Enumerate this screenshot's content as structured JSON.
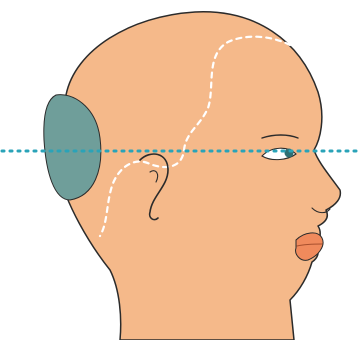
{
  "figure": {
    "subject": "head-profile",
    "facing": "right",
    "marked_region": "occipital-patch",
    "reference_line": "horizontal-dotted-eye-level",
    "colors": {
      "background": "#ffffff",
      "skin": "#f5b98a",
      "outline": "#2b2b2b",
      "marked_region": "#6f9e9a",
      "lips": "#f08a5c",
      "eye": "#2f6f73",
      "reference_line": "#2aa3b8",
      "dashed_boundary": "#ffffff"
    }
  }
}
